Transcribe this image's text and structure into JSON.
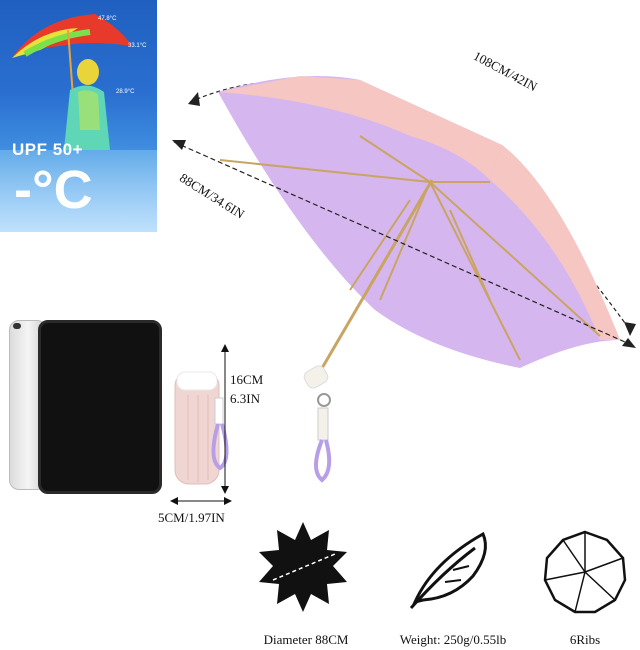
{
  "thermal": {
    "temps": [
      "47.8°C",
      "33.1°C",
      "28.9°C"
    ],
    "upf": "UPF 50+",
    "cool": "-°C"
  },
  "umbrella": {
    "span_label": "108CM/42IN",
    "diameter_label": "88CM/34.6IN",
    "canopy_top_color": "#f5c6c2",
    "canopy_under_color": "#d6b6ef",
    "frame_color": "#c9a463"
  },
  "folded": {
    "height_label": [
      "16CM",
      "6.3IN"
    ],
    "width_label": "5CM/1.97IN",
    "case_color": "#f0d6d2",
    "strap_color": "#b89ee6"
  },
  "features": [
    {
      "icon": "sun-burst-icon",
      "caption": "Diameter 88CM"
    },
    {
      "icon": "feather-icon",
      "caption": "Weight: 250g/0.55lb"
    },
    {
      "icon": "umbrella-ribs-icon",
      "caption": "6Ribs"
    }
  ]
}
